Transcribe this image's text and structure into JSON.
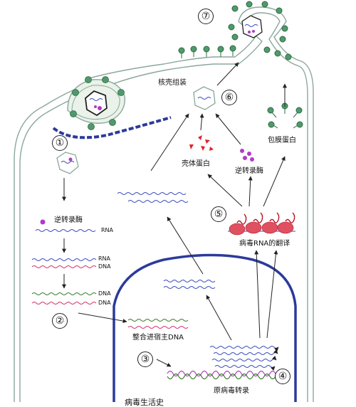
{
  "steps": {
    "s1": "①",
    "s2": "②",
    "s3": "③",
    "s4": "④",
    "s5": "⑤",
    "s6": "⑥",
    "s7": "⑦"
  },
  "labels": {
    "capsid_assembly": "核壳组装",
    "envelope_protein": "包膜蛋白",
    "capsid_protein": "壳体蛋白",
    "reverse_transcriptase_top": "逆转录酶",
    "viral_rna_translation": "病毒RNA的翻译",
    "reverse_transcriptase_left": "逆转录酶",
    "integrate_host_dna": "整合进宿主DNA",
    "provirus_transcription": "原病毒转录",
    "bottom_partial": "病毒生活史"
  },
  "strands": {
    "rna_1": "RNA",
    "rna_2": "RNA",
    "dna_1": "DNA",
    "dna_2": "DNA",
    "dna_3": "DNA"
  },
  "colors": {
    "membrane": "#8aa89a",
    "nucleus": "#2c3a9c",
    "spike": "#4f9a6a",
    "rna": "#3a4cc0",
    "dna_pink": "#d2336c",
    "dna_green": "#3a7a2a",
    "capsid_red": "#e0222a",
    "enzyme_purple": "#b23ac8"
  }
}
